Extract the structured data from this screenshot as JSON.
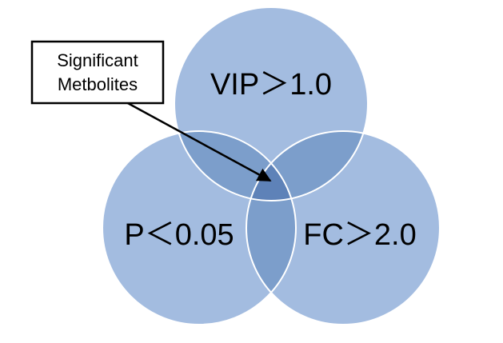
{
  "diagram": {
    "sets": [
      {
        "label": "VIP＞1.0"
      },
      {
        "label": "P＜0.05"
      },
      {
        "label": "FC＞2.0"
      }
    ],
    "callout": {
      "line1": "Significant",
      "line2": "Metbolites"
    },
    "colors": {
      "circle_fill": "#a3bce0",
      "circle_stroke": "#ffffff",
      "pair_overlap": "#7c9ecb",
      "triple_overlap": "#5e82b8",
      "callout_border": "#000000",
      "arrow": "#000000"
    }
  }
}
